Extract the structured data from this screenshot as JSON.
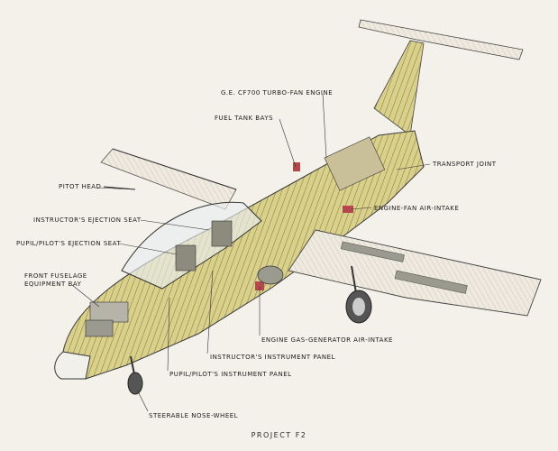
{
  "labels": {
    "engine": "G.E. CF700 TURBO-FAN ENGINE",
    "fuel_tank_bays": "FUEL TANK BAYS",
    "transport_joint": "TRANSPORT JOINT",
    "pitot_head": "PITOT HEAD",
    "engine_fan_air_intake": "ENGINE-FAN AIR-INTAKE",
    "instructors_ejection_seat": "INSTRUCTOR'S EJECTION SEAT",
    "pupil_ejection_seat": "PUPIL/PILOT'S EJECTION SEAT",
    "front_fuselage_line1": "FRONT FUSELAGE",
    "front_fuselage_line2": "EQUIPMENT BAY",
    "gas_generator_intake": "ENGINE GAS-GENERATOR AIR-INTAKE",
    "instructors_panel": "INSTRUCTOR'S INSTRUMENT PANEL",
    "pupil_panel": "PUPIL/PILOT'S INSTRUMENT PANEL",
    "nose_wheel": "STEERABLE NOSE-WHEEL"
  },
  "caption": "PROJECT F2",
  "colors": {
    "paper": "#f4f1ea",
    "structure": "#d8cf8a",
    "structure_dark": "#a99f55",
    "equipment": "#9a9a8e",
    "engine_red": "#b4474b",
    "ink": "#1c1c1c"
  }
}
